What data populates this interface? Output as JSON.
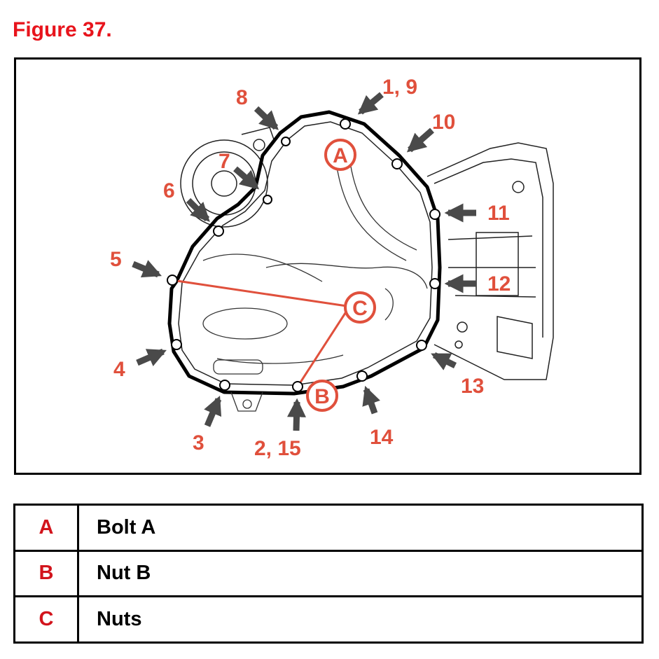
{
  "figure_title": "Figure 37.",
  "callouts": [
    "1, 9",
    "2, 15",
    "3",
    "4",
    "5",
    "6",
    "7",
    "8",
    "10",
    "11",
    "12",
    "13",
    "14"
  ],
  "letter_markers": [
    "A",
    "B",
    "C"
  ],
  "legend": [
    {
      "key": "A",
      "description": "Bolt A"
    },
    {
      "key": "B",
      "description": "Nut B"
    },
    {
      "key": "C",
      "description": "Nuts"
    }
  ],
  "colors": {
    "accent": "#e0503c",
    "title_red": "#e8141c",
    "legend_key_red": "#d2141c",
    "arrow": "#4a4a4a"
  }
}
